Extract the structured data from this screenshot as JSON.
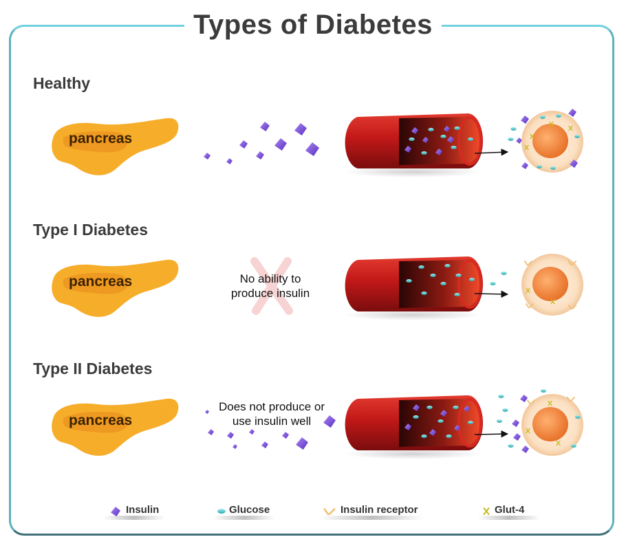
{
  "title": "Types of Diabetes",
  "rows": [
    {
      "heading": "Healthy",
      "organ_label": "pancreas",
      "note": ""
    },
    {
      "heading": "Type I Diabetes",
      "organ_label": "pancreas",
      "note_line1": "No ability to",
      "note_line2": "produce insulin"
    },
    {
      "heading": "Type II Diabetes",
      "organ_label": "pancreas",
      "note_line1": "Does not produce or",
      "note_line2": "use insulin well"
    }
  ],
  "legend": {
    "insulin": "Insulin",
    "glucose": "Glucose",
    "insulin_receptor": "Insulin receptor",
    "glut4": "Glut-4"
  },
  "colors": {
    "frame": "#6fd0e0",
    "pancreas": "#f6ad2a",
    "insulin": "#7b4fd6",
    "glucose": "#49c2c4",
    "vessel": "#c81d1d",
    "cell": "#f9d6b5",
    "nucleus": "#f08a3c"
  }
}
